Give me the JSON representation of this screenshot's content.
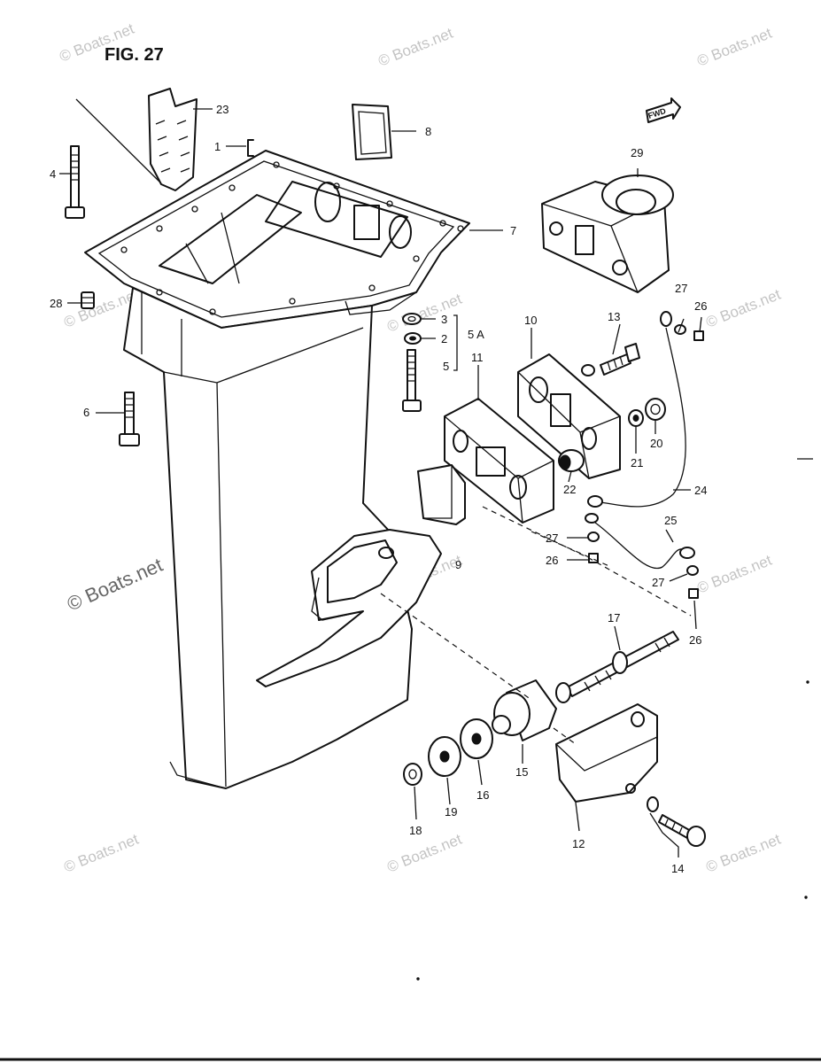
{
  "figure": {
    "title": "FIG. 27",
    "fwd_label": "FWD"
  },
  "watermarks": {
    "small": "© Boats.net",
    "large": "© Boats.net"
  },
  "callouts": {
    "c1": "1",
    "c2": "2",
    "c3": "3",
    "c4": "4",
    "c5": "5",
    "c5a": "5 A",
    "c6": "6",
    "c7": "7",
    "c8": "8",
    "c9": "9",
    "c10": "10",
    "c11": "11",
    "c12": "12",
    "c13": "13",
    "c14": "14",
    "c15": "15",
    "c16": "16",
    "c17": "17",
    "c18": "18",
    "c19": "19",
    "c20": "20",
    "c21": "21",
    "c22": "22",
    "c23": "23",
    "c24": "24",
    "c25": "25",
    "c26a": "26",
    "c26b": "26",
    "c26c": "26",
    "c27a": "27",
    "c27b": "27",
    "c27c": "27",
    "c28": "28",
    "c29": "29"
  }
}
